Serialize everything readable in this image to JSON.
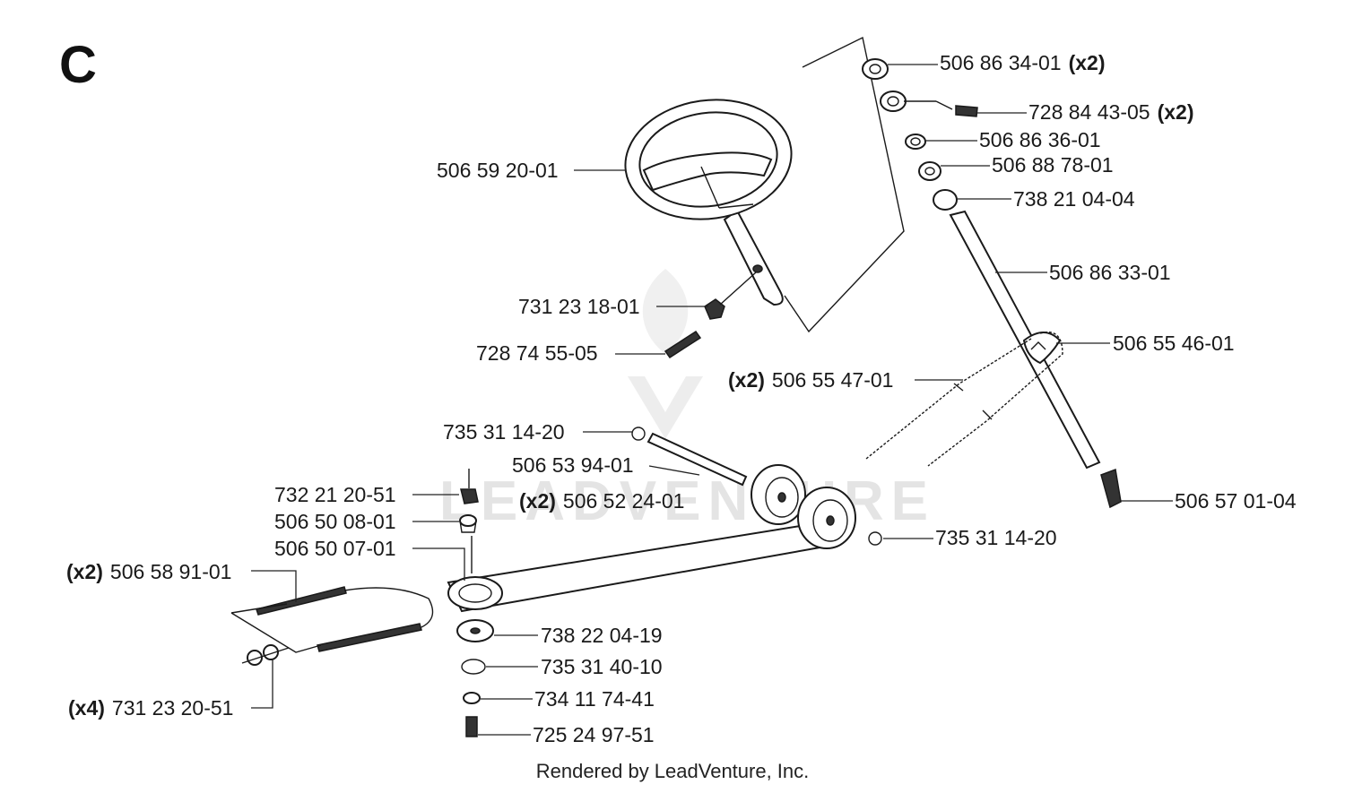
{
  "diagram": {
    "section_letter": "C",
    "footer": "Rendered by LeadVenture, Inc.",
    "watermark": "LEADVENTURE",
    "callouts": [
      {
        "id": "c01",
        "part": "506 86 34-01",
        "qty": "(x2)",
        "qty_side": "after"
      },
      {
        "id": "c02",
        "part": "728 84 43-05",
        "qty": "(x2)",
        "qty_side": "after"
      },
      {
        "id": "c03",
        "part": "506 86 36-01",
        "qty": "",
        "qty_side": ""
      },
      {
        "id": "c04",
        "part": "506 88 78-01",
        "qty": "",
        "qty_side": ""
      },
      {
        "id": "c05",
        "part": "738 21 04-04",
        "qty": "",
        "qty_side": ""
      },
      {
        "id": "c06",
        "part": "506 86 33-01",
        "qty": "",
        "qty_side": ""
      },
      {
        "id": "c07",
        "part": "506 55 46-01",
        "qty": "",
        "qty_side": ""
      },
      {
        "id": "c08",
        "part": "506 55 47-01",
        "qty": "(x2)",
        "qty_side": "before"
      },
      {
        "id": "c09",
        "part": "506 57 01-04",
        "qty": "",
        "qty_side": ""
      },
      {
        "id": "c10",
        "part": "735 31 14-20",
        "qty": "",
        "qty_side": ""
      },
      {
        "id": "c11",
        "part": "506 59 20-01",
        "qty": "",
        "qty_side": ""
      },
      {
        "id": "c12",
        "part": "731 23 18-01",
        "qty": "",
        "qty_side": ""
      },
      {
        "id": "c13",
        "part": "728 74 55-05",
        "qty": "",
        "qty_side": ""
      },
      {
        "id": "c14",
        "part": "735 31 14-20",
        "qty": "",
        "qty_side": ""
      },
      {
        "id": "c15",
        "part": "506 53 94-01",
        "qty": "",
        "qty_side": ""
      },
      {
        "id": "c16",
        "part": "506 52 24-01",
        "qty": "(x2)",
        "qty_side": "before"
      },
      {
        "id": "c17",
        "part": "732 21 20-51",
        "qty": "",
        "qty_side": ""
      },
      {
        "id": "c18",
        "part": "506 50 08-01",
        "qty": "",
        "qty_side": ""
      },
      {
        "id": "c19",
        "part": "506 50 07-01",
        "qty": "",
        "qty_side": ""
      },
      {
        "id": "c20",
        "part": "506 58 91-01",
        "qty": "(x2)",
        "qty_side": "before"
      },
      {
        "id": "c21",
        "part": "738 22 04-19",
        "qty": "",
        "qty_side": ""
      },
      {
        "id": "c22",
        "part": "735 31 40-10",
        "qty": "",
        "qty_side": ""
      },
      {
        "id": "c23",
        "part": "734 11 74-41",
        "qty": "",
        "qty_side": ""
      },
      {
        "id": "c24",
        "part": "725 24 97-51",
        "qty": "",
        "qty_side": ""
      },
      {
        "id": "c25",
        "part": "731 23 20-51",
        "qty": "(x4)",
        "qty_side": "before"
      }
    ]
  }
}
